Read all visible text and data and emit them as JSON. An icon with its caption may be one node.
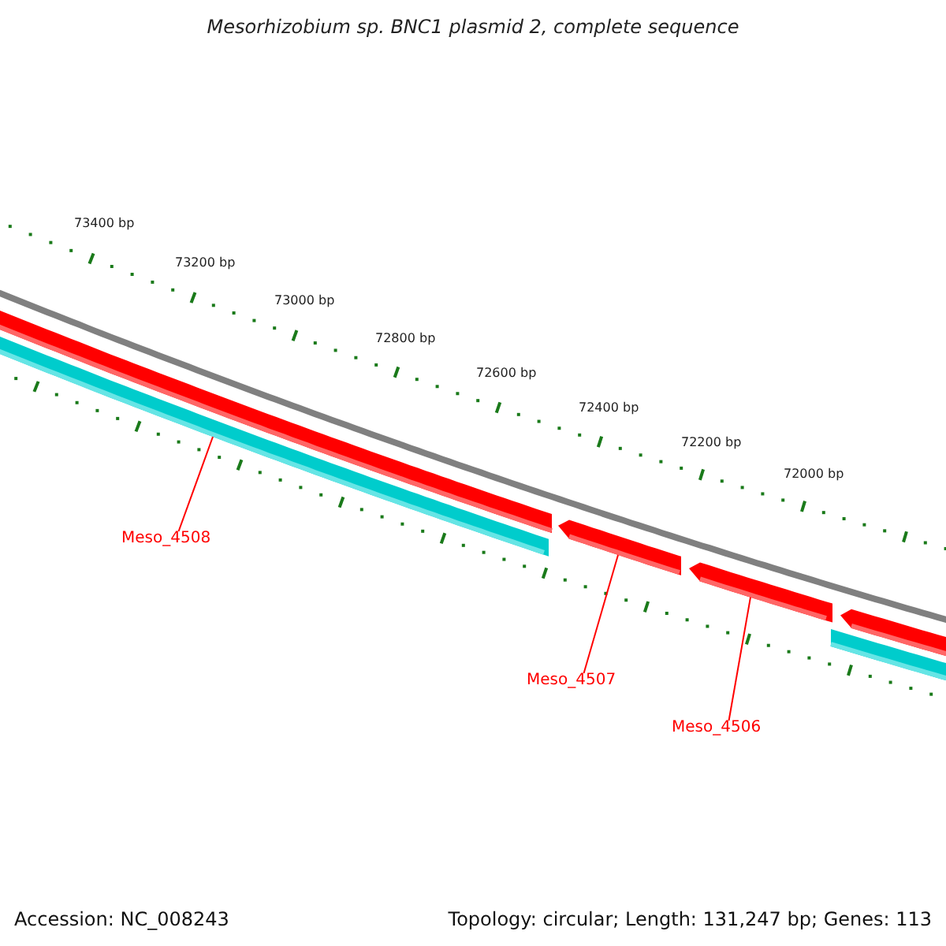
{
  "diagram": {
    "title": "Mesorhizobium sp. BNC1 plasmid 2, complete sequence",
    "nodes": [
      {
        "text": [
          "Meso_4508"
        ]
      },
      {
        "text": [
          "Meso_4507"
        ]
      },
      {
        "text": [
          "Meso_4506"
        ]
      },
      {
        "text": [],
        "shape": "bar"
      },
      {
        "text": [],
        "shape": "bar"
      },
      {
        "text": [],
        "shape": "bar"
      },
      {
        "text": [],
        "shape": "bar"
      },
      {
        "text": [],
        "shape": "bar"
      },
      {
        "text": [],
        "shape": "bar"
      }
    ],
    "edges": [
      {
        "from": 0,
        "to": 4,
        "arrow": "none"
      },
      {
        "from": 1,
        "to": 5,
        "arrow": "none"
      },
      {
        "from": 2,
        "to": 6,
        "arrow": "none"
      }
    ],
    "labels": [
      "73400 bp",
      "73200 bp",
      "73000 bp",
      "72800 bp",
      "72600 bp",
      "72400 bp",
      "72200 bp",
      "72000 bp",
      "Accession: NC_008243",
      "Topology: circular; Length: 131,247 bp; Genes: 113"
    ]
  }
}
